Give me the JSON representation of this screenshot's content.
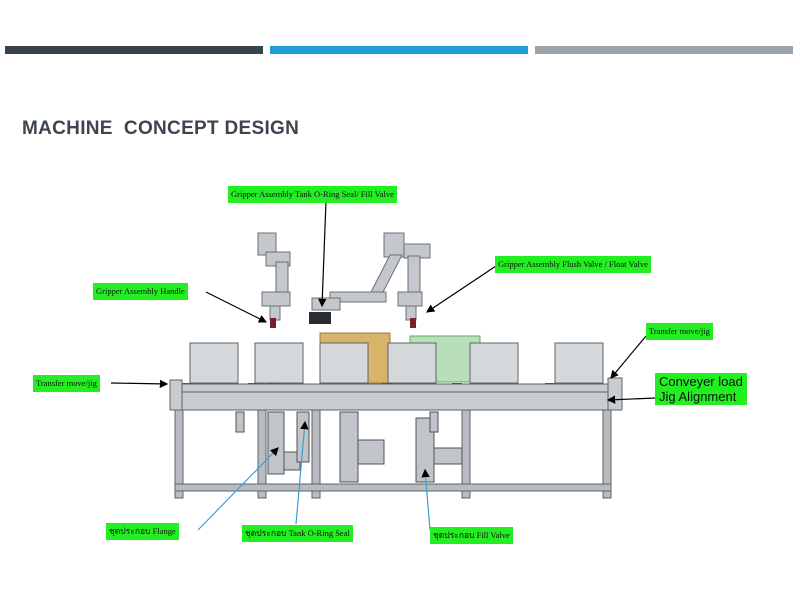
{
  "slide": {
    "title": "MACHINE  CONCEPT DESIGN"
  },
  "labels": {
    "gripper_tank": "Gripper Assembly Tank O-Ring Seal/ Fill Valve",
    "gripper_flush": "Gripper Assembly Flush Valve / Float Valve",
    "gripper_handle": "Gripper Assembly Handle",
    "transfer_right": "Transfer move/jig",
    "transfer_left": "Transfer move/jig",
    "conveyer": "Conveyer load\nJig Alignment",
    "flange": "ชุดประกอบ Flange",
    "tank_seal": "ชุดประกอบ Tank O-Ring Seal",
    "fill_valve": "ชุดประกอบ Fill Valve"
  },
  "colors": {
    "label_bg": "#22ee22",
    "bar_dark": "#3a434d",
    "bar_blue": "#1f9fd8",
    "bar_gray": "#9aa3ab",
    "machine_gray": "#b8bcc0",
    "leader_blue": "#3aa0d0"
  }
}
